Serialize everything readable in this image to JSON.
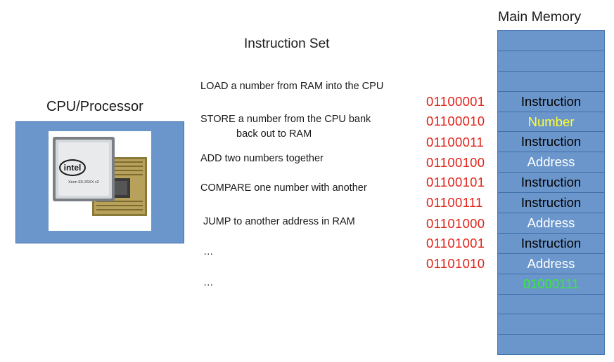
{
  "cpu": {
    "title": "CPU/Processor"
  },
  "instruction_set": {
    "title": "Instruction Set",
    "items": [
      "LOAD a number from RAM into the CPU",
      "STORE a number from the CPU bank",
      "back out to RAM",
      "ADD two numbers together",
      "COMPARE one number with another",
      "JUMP to another address in RAM",
      "…",
      "…"
    ]
  },
  "addresses": [
    "01100001",
    "01100010",
    "01100011",
    "01100100",
    "01100101",
    "01100111",
    "01101000",
    "01101001",
    "01101010"
  ],
  "memory": {
    "title": "Main Memory",
    "cells": [
      {
        "label": "",
        "color": ""
      },
      {
        "label": "",
        "color": ""
      },
      {
        "label": "",
        "color": ""
      },
      {
        "label": "Instruction",
        "color": "#000000"
      },
      {
        "label": "Number",
        "color": "#ffff33"
      },
      {
        "label": "Instruction",
        "color": "#000000"
      },
      {
        "label": "Address",
        "color": "#ffffff"
      },
      {
        "label": "Instruction",
        "color": "#000000"
      },
      {
        "label": "Instruction",
        "color": "#000000"
      },
      {
        "label": "Address",
        "color": "#ffffff"
      },
      {
        "label": "Instruction",
        "color": "#000000"
      },
      {
        "label": "Address",
        "color": "#ffffff"
      },
      {
        "label": "01000111",
        "color": "#33ee33"
      },
      {
        "label": "",
        "color": ""
      },
      {
        "label": "",
        "color": ""
      },
      {
        "label": "",
        "color": ""
      }
    ]
  },
  "colors": {
    "memory_fill": "#6b96cb",
    "address_text": "#e2231a"
  },
  "icons": {
    "cpu_photo": "cpu-chip-icon"
  }
}
